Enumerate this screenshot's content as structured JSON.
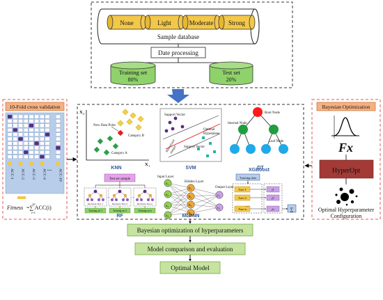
{
  "database": {
    "categories": [
      "None",
      "Light",
      "Moderate",
      "Strong"
    ],
    "caption": "Sample database",
    "processing": "Date processing",
    "training": {
      "name": "Training set",
      "pct": "80%"
    },
    "test": {
      "name": "Test set",
      "pct": "20%"
    }
  },
  "cv": {
    "title": "10-Fold cross validation",
    "acc_labels": [
      "ACC-1",
      "ACC-2",
      "ACC-3",
      "ACC-4",
      "ACC-10"
    ],
    "dots": "...",
    "fitness_prefix": "Fitness",
    "fitness_formula": "=∑ ACC(i)",
    "sum_lower": "i=1",
    "sum_upper": "10"
  },
  "models": {
    "knn": {
      "name": "KNN",
      "axis_y": "X",
      "axis_x": "X",
      "axis_y_sub": "2",
      "axis_x_sub": "1",
      "new_point": "New Data Point",
      "category_b": "Category B",
      "category_a": "Category A"
    },
    "svm": {
      "name": "SVM",
      "support_vector_top": "Support Vector",
      "support_vector_bottom": "Support Vector",
      "optimal": [
        "Optimal",
        "Hyperplane"
      ],
      "margin": [
        "Maximized",
        "margin"
      ]
    },
    "dt": {
      "name": "DT",
      "root": "Root Node",
      "internal": "Internal Node",
      "leaf": "Leaf Node"
    },
    "rf": {
      "name": "RF",
      "test_sample": "Test set sample",
      "trees": [
        "Decision Tree 1",
        "Decision Tree 2",
        "Decision Tree n"
      ],
      "training": [
        "Training set 1",
        "Training set 2",
        "Training set n"
      ]
    },
    "mlp": {
      "name": "MLPNN",
      "input_layer": "Input Layer",
      "hidden_layer": "Hidden Layer",
      "output_layer": "Output Layer",
      "inputs": [
        "x1",
        "x2",
        "x3",
        "x4"
      ],
      "hidden": [
        "b1",
        "b2",
        "b3",
        "b4"
      ],
      "outputs": [
        "y1",
        "y2"
      ]
    },
    "xgb": {
      "name": "XGBoost",
      "training_data": "Training data",
      "trees": [
        "Tree-1",
        "Tree-2",
        "Tree-n"
      ],
      "f_labels": [
        "f1",
        "f2",
        "fn"
      ],
      "dots": "...",
      "sum": "∑"
    }
  },
  "bayes": {
    "title": "Bayesian Optimization",
    "fx_f": "F",
    "fx_x": "x",
    "hyperopt": "HyperOpt",
    "config": [
      "Optimal Hyperparameter",
      "Configuration"
    ]
  },
  "pipeline": [
    "Bayesian optimization of hyperparameters",
    "Model comparison and evaluation",
    "Optimal Model"
  ],
  "colors": {
    "cylinder": "#F2C74A",
    "set_cylinder": "#8FD16A",
    "pipeline_box": "#C6E3A0",
    "cv_bg": "#B7CDEA",
    "purple": "#5B2A86",
    "title_box": "#F4B183",
    "arrow_blue": "#4472C4",
    "hyperopt": "#A33A36",
    "red_node": "#FF1A1A",
    "green_node": "#1E9E3E",
    "blue_node": "#1FA9E8",
    "neuron": "#92D050",
    "hidden_neuron": "#F0A73A",
    "output_neuron": "#C9A2E6"
  }
}
